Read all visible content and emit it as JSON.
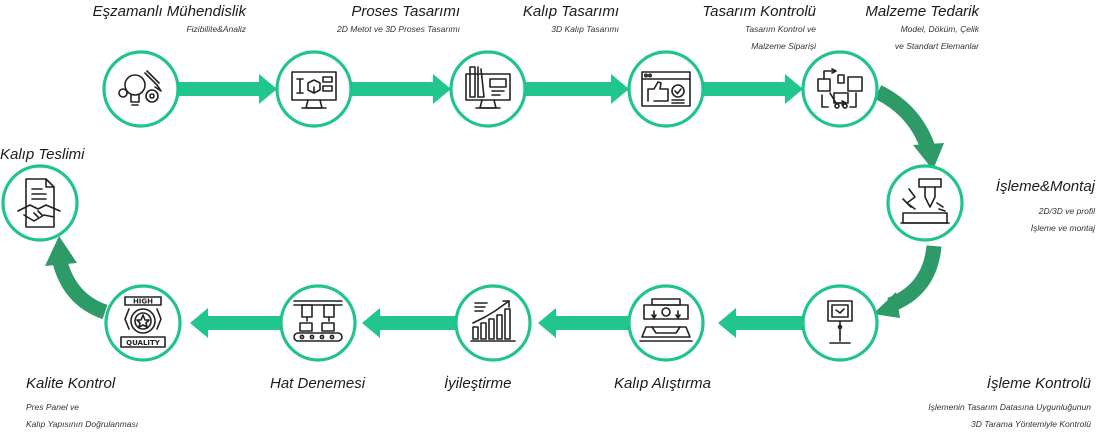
{
  "colors": {
    "accent": "#20c58f",
    "accent_dark": "#2e9a67",
    "ring": "#1fc48c",
    "icon": "#222222"
  },
  "steps": [
    {
      "title": "Eşzamanlı Mühendislik",
      "subtitle": [
        "Fizibilite&Analiz"
      ],
      "icon": "idea-gears-icon"
    },
    {
      "title": "Proses Tasarımı",
      "subtitle": [
        "2D Metot ve 3D Proses Tasarımı"
      ],
      "icon": "monitor-design-icon"
    },
    {
      "title": "Kalıp Tasarımı",
      "subtitle": [
        "3D Kalıp Tasarımı"
      ],
      "icon": "design-tools-icon"
    },
    {
      "title": "Tasarım Kontrolü",
      "subtitle": [
        "Tasarım Kontrol ve",
        "Malzeme Siparişi"
      ],
      "icon": "approval-screen-icon"
    },
    {
      "title": "Malzeme Tedarik",
      "subtitle": [
        "Model, Döküm, Çelik",
        "ve Standart Elemanlar"
      ],
      "icon": "supply-chain-icon"
    },
    {
      "title": "İşleme&Montaj",
      "subtitle": [
        "2D/3D ve profil",
        "İşleme ve montaj"
      ],
      "icon": "cnc-milling-icon"
    },
    {
      "title": "İşleme Kontrolü",
      "subtitle": [
        "İşlemenin Tasarım Datasına Uygunluğunun",
        "3D Tarama Yöntemiyle Kontrolü"
      ],
      "icon": "scanner-kiosk-icon"
    },
    {
      "title": "Kalıp Alıştırma",
      "subtitle": [],
      "icon": "press-die-icon"
    },
    {
      "title": "İyileştirme",
      "subtitle": [],
      "icon": "growth-chart-icon"
    },
    {
      "title": "Hat Denemesi",
      "subtitle": [],
      "icon": "production-line-icon"
    },
    {
      "title": "Kalite Kontrol",
      "subtitle": [
        "Pres Panel ve",
        "Kalıp Yapısının Doğrulanması"
      ],
      "icon": "high-quality-badge-icon"
    },
    {
      "title": "Kalıp Teslimi",
      "subtitle": [],
      "icon": "handshake-contract-icon"
    }
  ]
}
